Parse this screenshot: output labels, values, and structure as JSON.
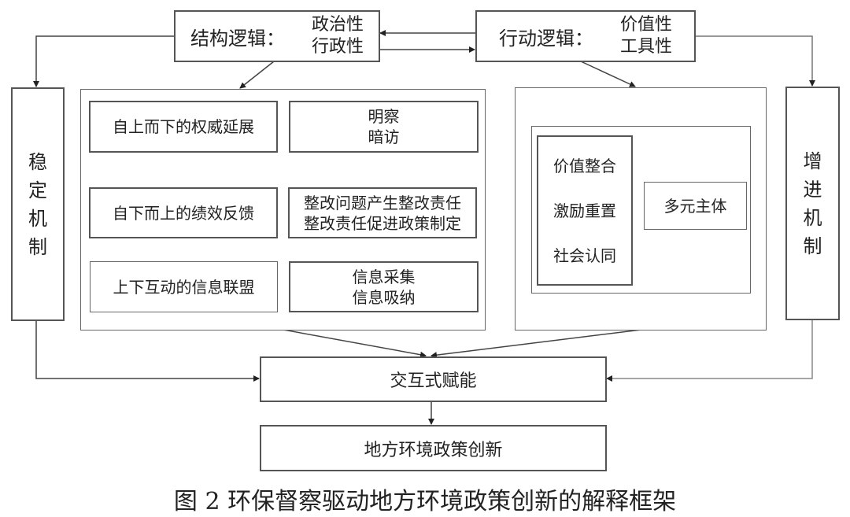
{
  "structure_logic": {
    "label": "结构逻辑：",
    "values": [
      "政治性",
      "行政性"
    ]
  },
  "action_logic": {
    "label": "行动逻辑：",
    "values": [
      "价值性",
      "工具性"
    ]
  },
  "stability_mechanism": {
    "chars": [
      "稳",
      "定",
      "机",
      "制"
    ]
  },
  "enhancement_mechanism": {
    "chars": [
      "增",
      "进",
      "机",
      "制"
    ]
  },
  "left_panel": {
    "rows": [
      {
        "source": "自上而下的权威延展",
        "target": [
          "明察",
          "暗访"
        ]
      },
      {
        "source": "自下而上的绩效反馈",
        "target": [
          "整改问题产生整改责任",
          "整改责任促进政策制定"
        ]
      },
      {
        "source": "上下互动的信息联盟",
        "target": [
          "信息采集",
          "信息吸纳"
        ]
      }
    ]
  },
  "right_panel": {
    "values": [
      "价值整合",
      "激励重置",
      "社会认同"
    ],
    "actor": "多元主体"
  },
  "interactive_empowerment": "交互式赋能",
  "policy_innovation": "地方环境政策创新",
  "caption": "图 2   环保督察驱动地方环境政策创新的解释框架"
}
